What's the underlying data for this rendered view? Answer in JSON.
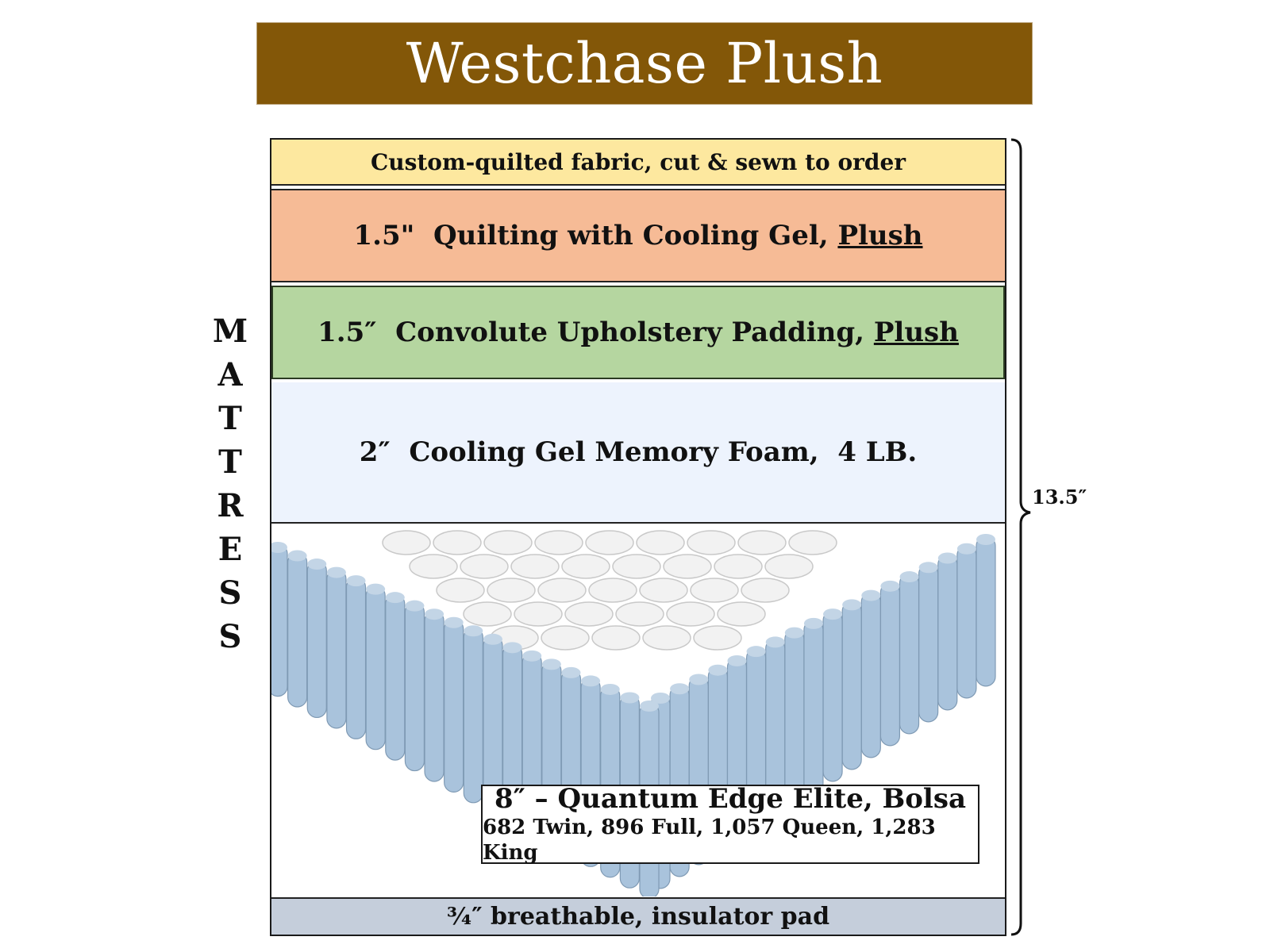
{
  "title": "Westchase Plush",
  "side_label": "MATTRESS",
  "side_letters": [
    "M",
    "A",
    "T",
    "T",
    "R",
    "E",
    "S",
    "S"
  ],
  "total_thickness": "13.5″",
  "layers": {
    "fabric": {
      "text": "Custom-quilted fabric, cut & sewn to order",
      "color": "#fde89f"
    },
    "quilting": {
      "prefix": "1.5\"  Quilting with Cooling Gel, ",
      "emphasis": "Plush",
      "color": "#f6bb96"
    },
    "padding": {
      "prefix": "1.5″  Convolute Upholstery Padding, ",
      "emphasis": "Plush",
      "color": "#b5d6a0"
    },
    "foam": {
      "text": "2″  Cooling Gel Memory Foam,  4 LB.",
      "color": "#edf3fd"
    },
    "coils": {
      "title": "8″ – Quantum Edge Elite, Bolsa",
      "counts": "682 Twin, 896 Full, 1,057 Queen, 1,283 King",
      "edge_color": "#a9c3dc",
      "core_color": "#f2f2f2"
    },
    "pad": {
      "text": "¾″ breathable, insulator pad",
      "color": "#c5cedb"
    }
  }
}
